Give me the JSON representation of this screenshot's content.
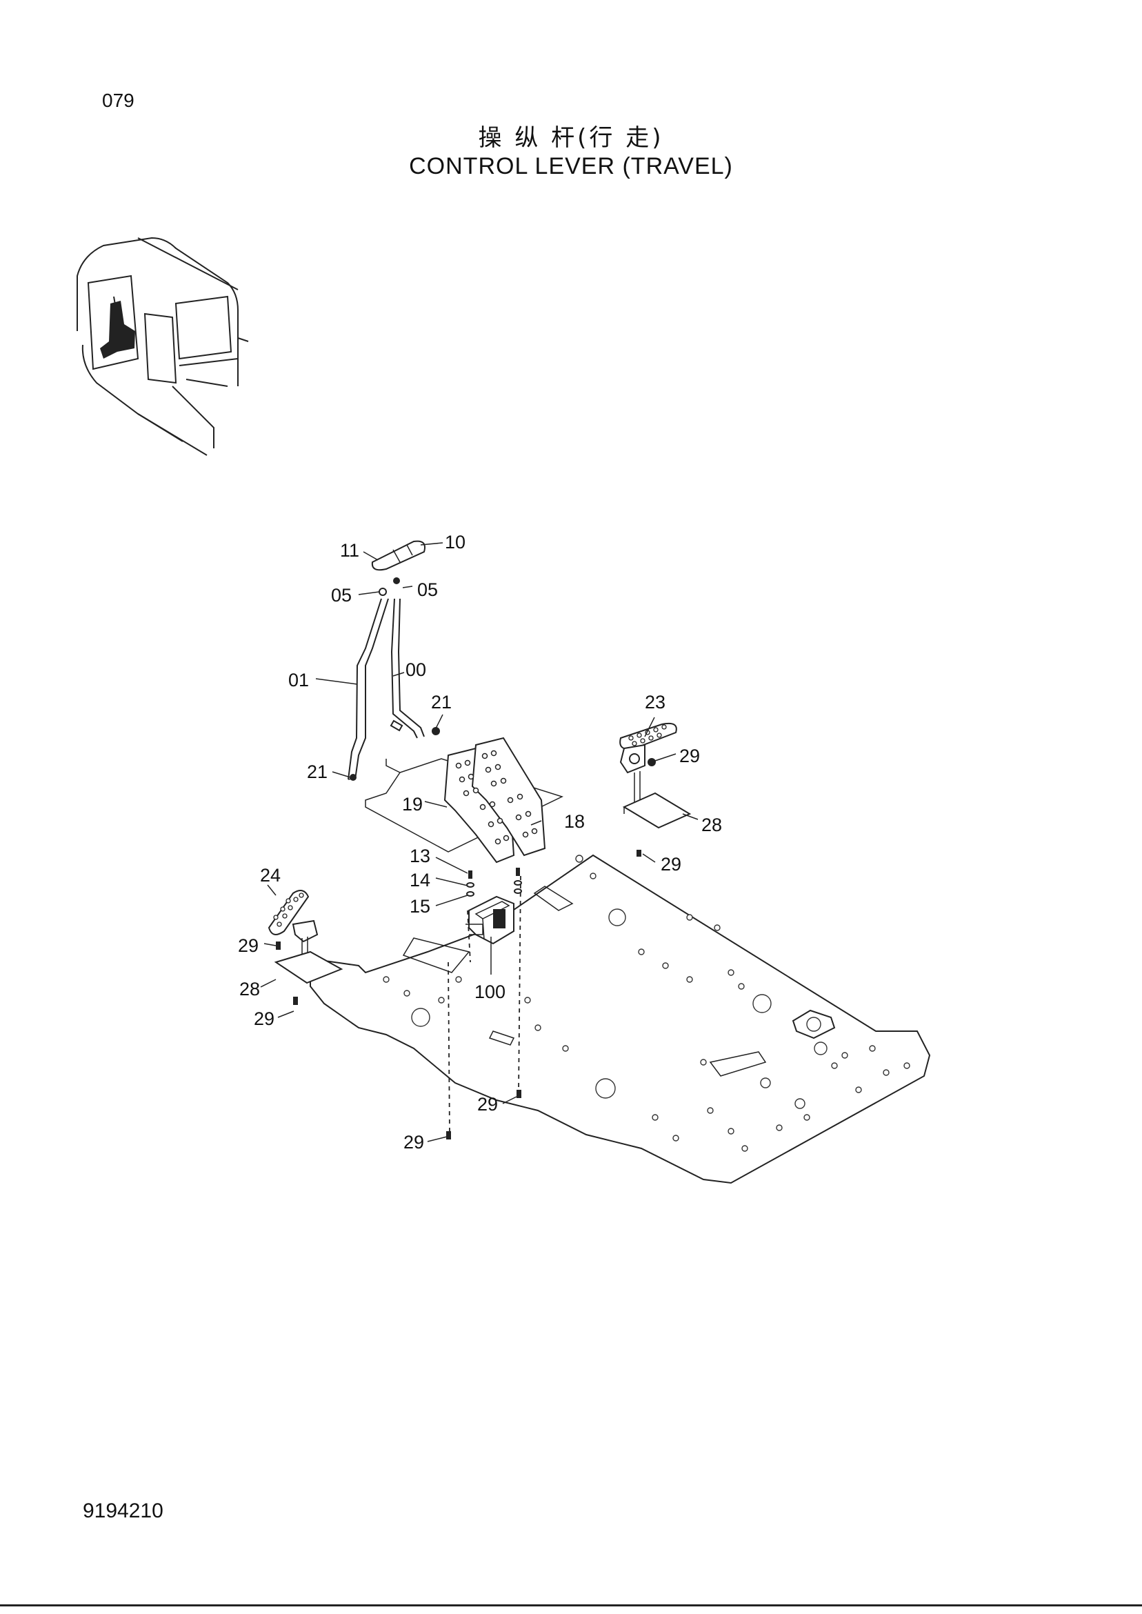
{
  "header": {
    "page_number": "079",
    "title_cn": "操 纵 杆(行 走)",
    "title_en": "CONTROL LEVER (TRAVEL)"
  },
  "footer": {
    "doc_code": "9194210"
  },
  "callouts": {
    "c11": "11",
    "c10": "10",
    "c05a": "05",
    "c05b": "05",
    "c01": "01",
    "c00": "00",
    "c21a": "21",
    "c21b": "21",
    "c23": "23",
    "c29a": "29",
    "c28a": "28",
    "c29b": "29",
    "c19": "19",
    "c18": "18",
    "c13": "13",
    "c14": "14",
    "c15": "15",
    "c24": "24",
    "c29c": "29",
    "c28b": "28",
    "c29d": "29",
    "c100": "100",
    "c29e": "29",
    "c29f": "29"
  }
}
